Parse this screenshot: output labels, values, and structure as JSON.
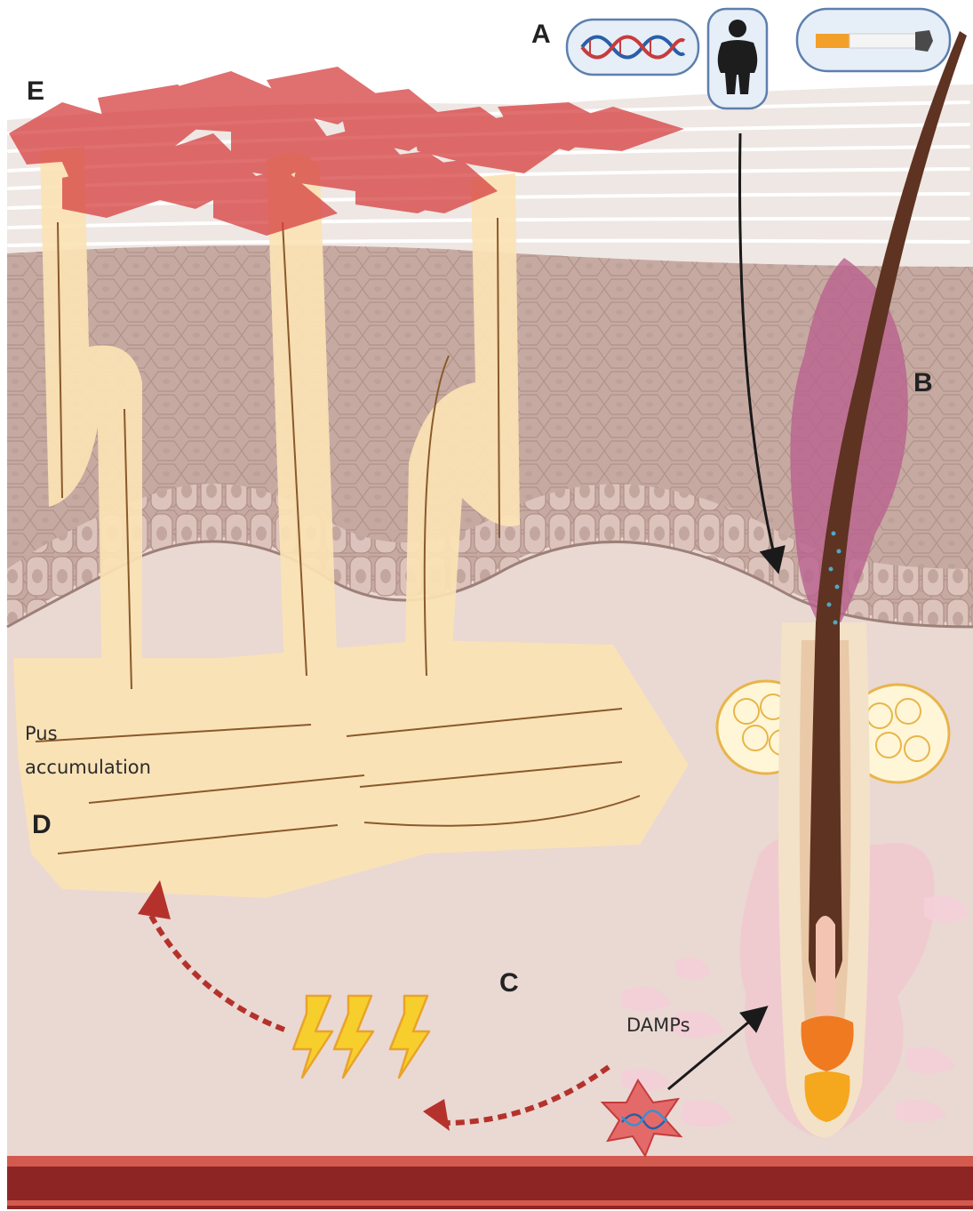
{
  "figure": {
    "panel_labels": {
      "a": "A",
      "b": "B",
      "c": "C",
      "d": "D",
      "e": "E"
    },
    "texts": {
      "pus_line1": "Pus",
      "pus_line2": "accumulation",
      "damps": "DAMPs"
    },
    "risk_factor_icons": [
      "dna-double-helix-icon",
      "obese-person-icon",
      "cigarette-icon"
    ],
    "colors": {
      "dermis": "#ead8d3",
      "epidermis": "#c6aaa2",
      "stratum_corneum": "#efe7e3",
      "pus": "#fbe3b4",
      "scale_red": "#d63f3f",
      "lightning": "#f7cf2d",
      "dashed_arrow": "#b5322c",
      "hair": "#5e3321",
      "biofilm_pink": "#b9628f",
      "blood_vessel": "#8e2525",
      "sebaceous_gland": "#fff6d8",
      "papilla_orange": "#f07a1f"
    }
  }
}
